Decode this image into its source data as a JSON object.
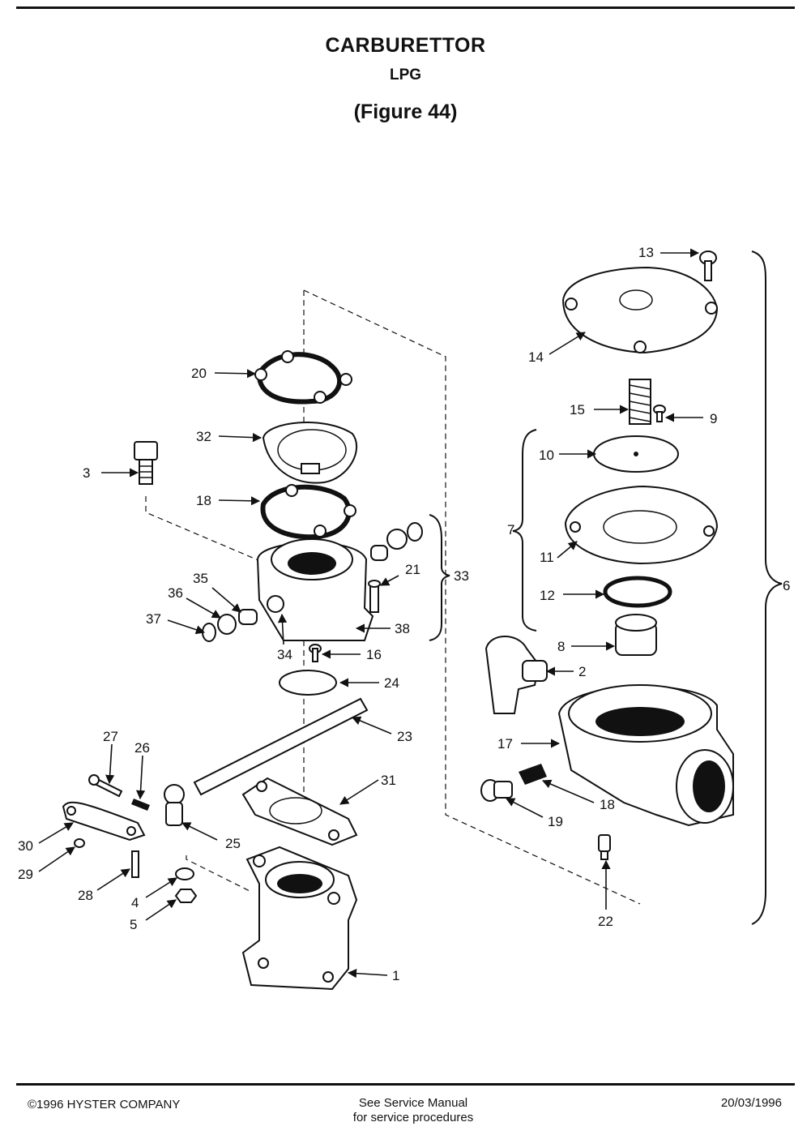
{
  "header": {
    "title": "CARBURETTOR",
    "subtitle": "LPG",
    "figure_label": "(Figure 44)"
  },
  "callouts": {
    "c1": "1",
    "c2": "2",
    "c3": "3",
    "c4": "4",
    "c5": "5",
    "c6": "6",
    "c7": "7",
    "c8": "8",
    "c9": "9",
    "c10": "10",
    "c11": "11",
    "c12": "12",
    "c13": "13",
    "c14": "14",
    "c15": "15",
    "c16": "16",
    "c17": "17",
    "c18a": "18",
    "c18b": "18",
    "c19": "19",
    "c20": "20",
    "c21": "21",
    "c22": "22",
    "c23": "23",
    "c24": "24",
    "c25": "25",
    "c26": "26",
    "c27": "27",
    "c28": "28",
    "c29": "29",
    "c30": "30",
    "c31": "31",
    "c32": "32",
    "c33": "33",
    "c34": "34",
    "c35": "35",
    "c36": "36",
    "c37": "37",
    "c38": "38"
  },
  "footer": {
    "copyright": "©1996 HYSTER COMPANY",
    "note_line1": "See Service Manual",
    "note_line2": "for service procedures",
    "date": "20/03/1996"
  }
}
